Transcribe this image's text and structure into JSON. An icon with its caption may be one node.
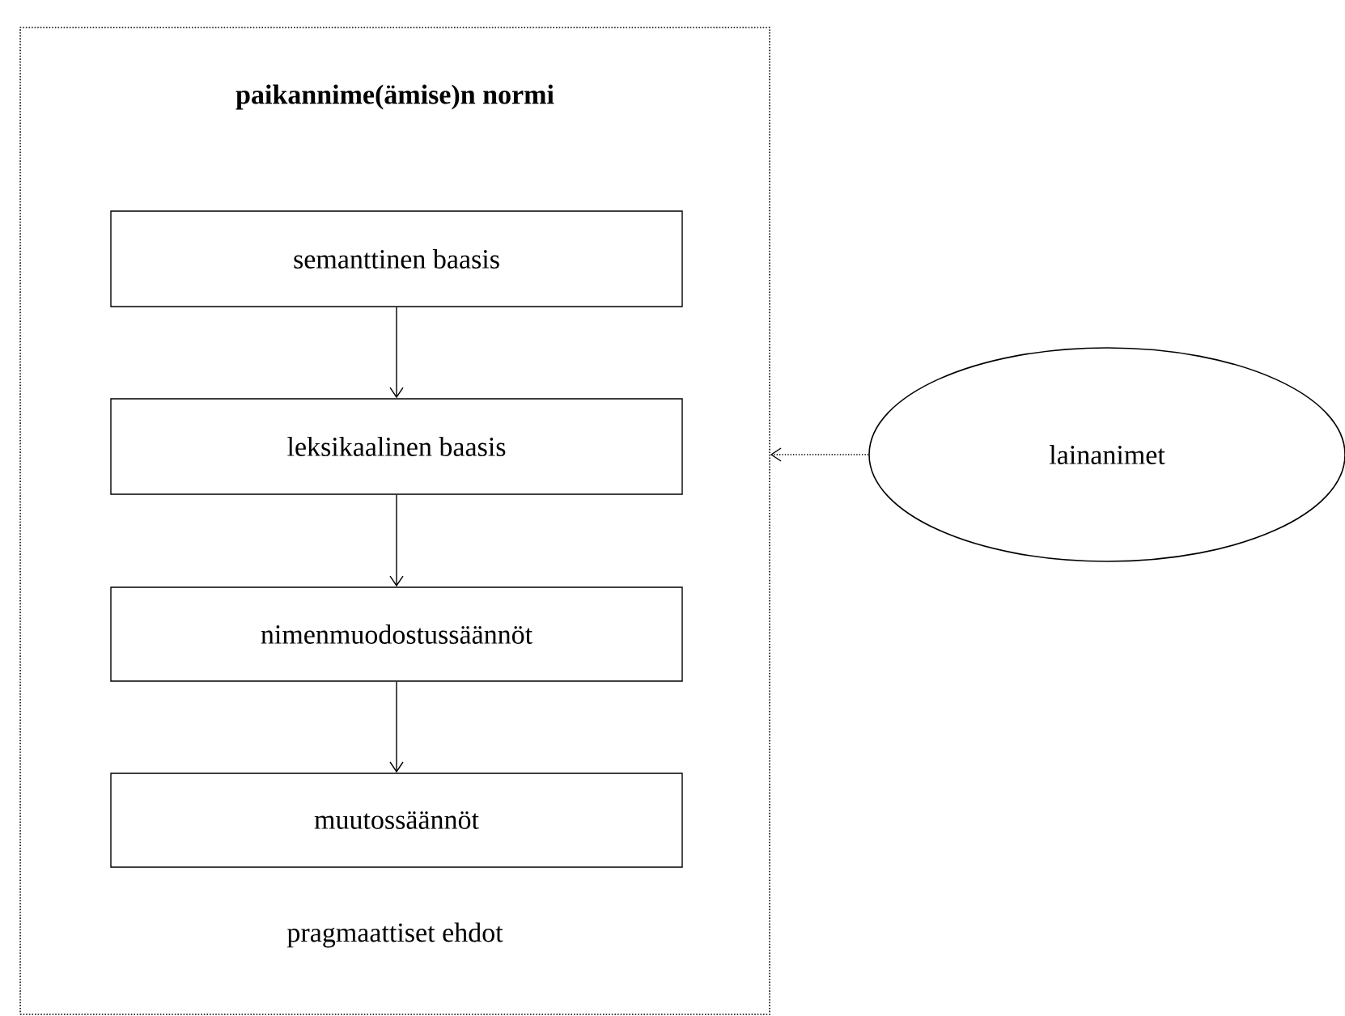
{
  "diagram": {
    "nodes": [
      {
        "text": [
          "paikannime(ämise)n normi",
          "pragmaattiset ehdot"
        ]
      },
      {
        "text": [
          "semanttinen baasis"
        ],
        "in": 0
      },
      {
        "text": [
          "leksikaalinen baasis"
        ],
        "in": 0
      },
      {
        "text": [
          "nimenmuodostussäännöt"
        ],
        "in": 0
      },
      {
        "text": [
          "muutossäännöt"
        ],
        "in": 0
      },
      {
        "text": [
          "lainanimet"
        ]
      }
    ],
    "edges": [
      {
        "from": 1,
        "to": 2,
        "arrow": "to"
      },
      {
        "from": 2,
        "to": 3,
        "arrow": "to"
      },
      {
        "from": 3,
        "to": 4,
        "arrow": "to"
      },
      {
        "from": 5,
        "to": 0,
        "arrow": "to",
        "style": "dashed"
      }
    ]
  }
}
